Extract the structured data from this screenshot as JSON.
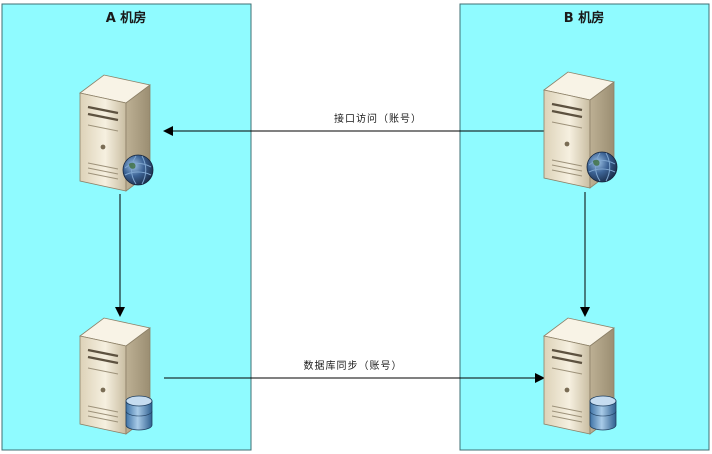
{
  "rooms": [
    {
      "id": "A",
      "title": "A 机房"
    },
    {
      "id": "B",
      "title": "B 机房"
    }
  ],
  "nodes": [
    {
      "id": "A-web",
      "room": "A",
      "icon": "web-server-icon"
    },
    {
      "id": "A-db",
      "room": "A",
      "icon": "database-server-icon"
    },
    {
      "id": "B-web",
      "room": "B",
      "icon": "web-server-icon"
    },
    {
      "id": "B-db",
      "room": "B",
      "icon": "database-server-icon"
    }
  ],
  "edges": [
    {
      "from": "B-web",
      "to": "A-web",
      "label": "接口访问（账号）"
    },
    {
      "from": "A-db",
      "to": "B-db",
      "label": "数据库同步（账号）"
    },
    {
      "from": "A-web",
      "to": "A-db",
      "label": ""
    },
    {
      "from": "B-web",
      "to": "B-db",
      "label": ""
    }
  ],
  "colors": {
    "room_fill": "#8ffbff",
    "room_border": "#3f6f73",
    "arrow": "#000000",
    "server_body": "#f2ead8",
    "globe": "#2e4e7a",
    "database": "#5a8ab8"
  }
}
